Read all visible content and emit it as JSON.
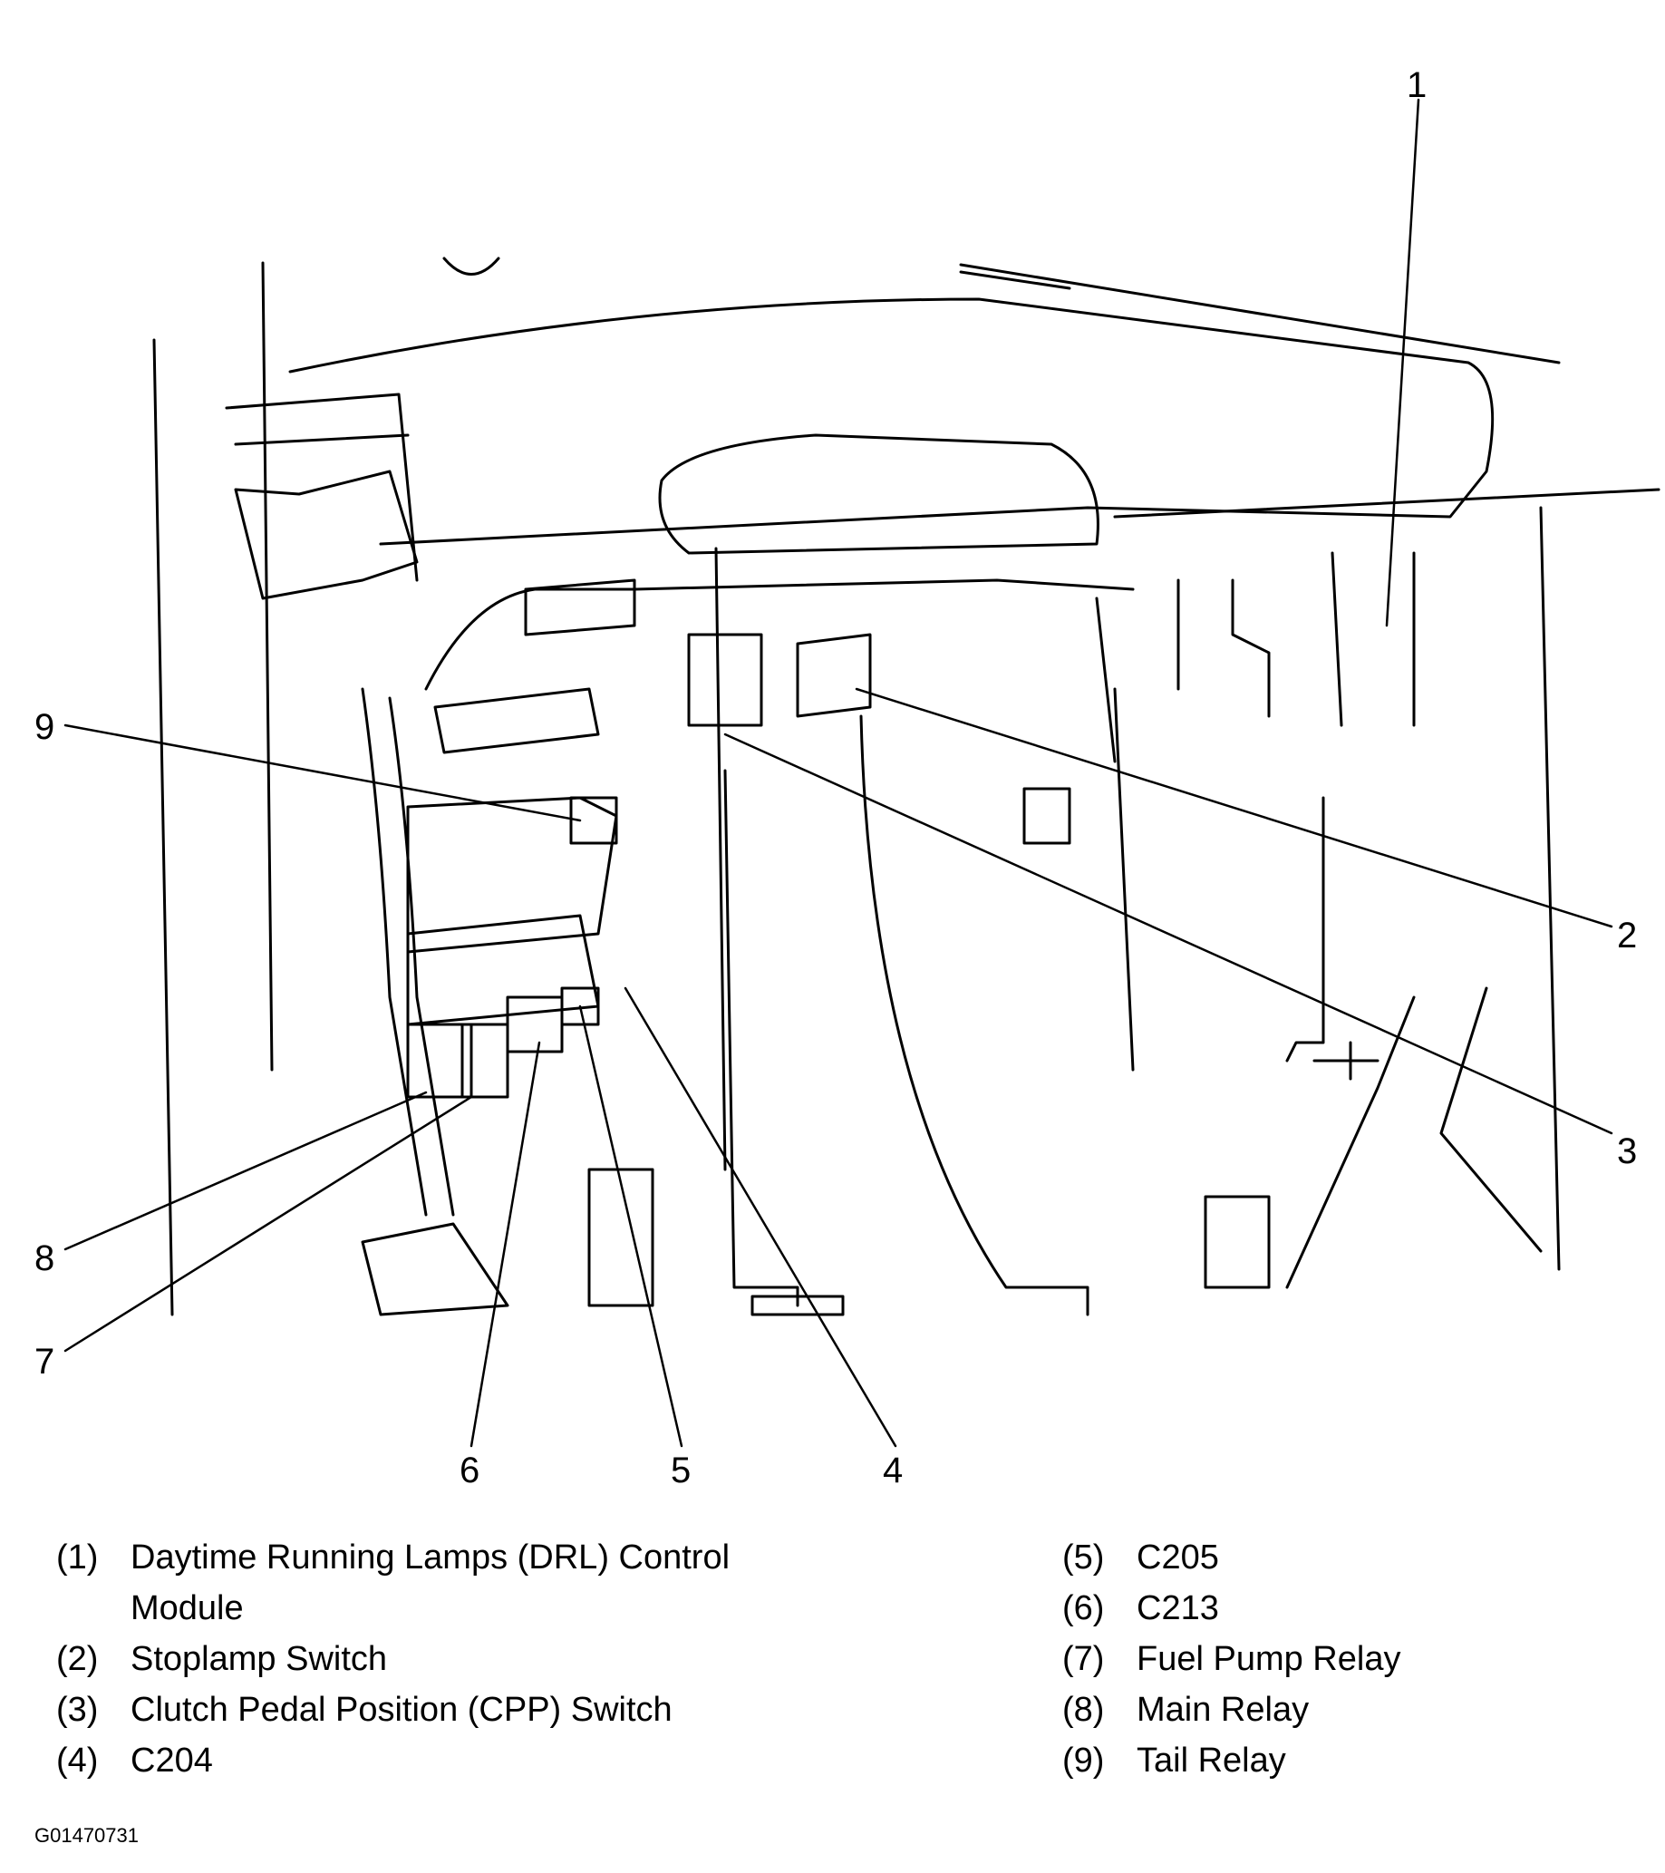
{
  "callouts": [
    "1",
    "2",
    "3",
    "4",
    "5",
    "6",
    "7",
    "8",
    "9"
  ],
  "legend_left": [
    {
      "num": "(1)",
      "text": "Daytime Running Lamps (DRL) Control",
      "text2": "Module"
    },
    {
      "num": "(2)",
      "text": "Stoplamp Switch"
    },
    {
      "num": "(3)",
      "text": "Clutch Pedal Position (CPP) Switch"
    },
    {
      "num": "(4)",
      "text": "C204"
    }
  ],
  "legend_right": [
    {
      "num": "(5)",
      "text": "C205"
    },
    {
      "num": "(6)",
      "text": "C213"
    },
    {
      "num": "(7)",
      "text": "Fuel Pump Relay"
    },
    {
      "num": "(8)",
      "text": "Main Relay"
    },
    {
      "num": "(9)",
      "text": "Tail Relay"
    }
  ],
  "figure_id": "G01470731",
  "colors": {
    "line": "#000000",
    "background": "#ffffff"
  }
}
